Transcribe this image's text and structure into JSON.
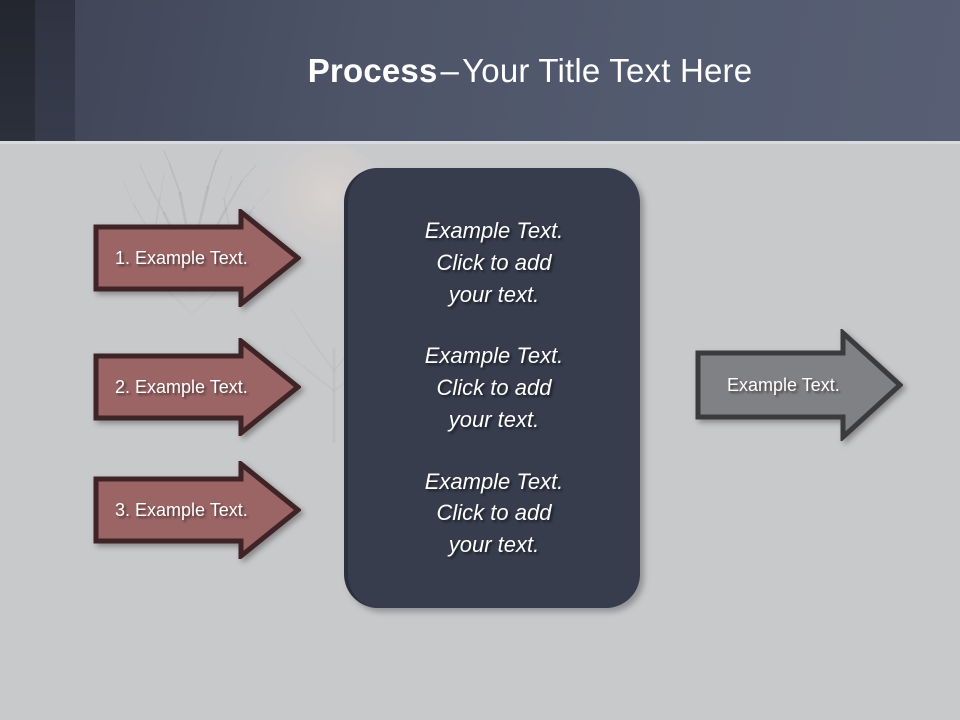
{
  "header": {
    "title_bold": "Process",
    "title_dash": "–",
    "title_rest": "Your Title Text Here"
  },
  "colors": {
    "background": "#c8c9cb",
    "header_gradient_start": "#3e4354",
    "header_gradient_end": "#585f74",
    "header_band_dark": "#23262f",
    "header_band_mid": "#2f3341",
    "panel_fill": "#373d4d",
    "panel_border": "#2b303d",
    "arrow_red_fill": "#9b6566",
    "arrow_red_border": "#3e2426",
    "arrow_gray_fill": "#808184",
    "arrow_gray_border": "#3b3b3d",
    "text_white": "#ffffff"
  },
  "steps": [
    {
      "label": "1. Example Text."
    },
    {
      "label": "2. Example Text."
    },
    {
      "label": "3. Example Text."
    }
  ],
  "panel": {
    "blocks": [
      "Example Text.\nClick  to add\nyour text.",
      "Example Text.\nClick  to add\nyour text.",
      "Example Text.\nClick  to add\nyour text."
    ]
  },
  "outcome": {
    "label": "Example Text."
  }
}
